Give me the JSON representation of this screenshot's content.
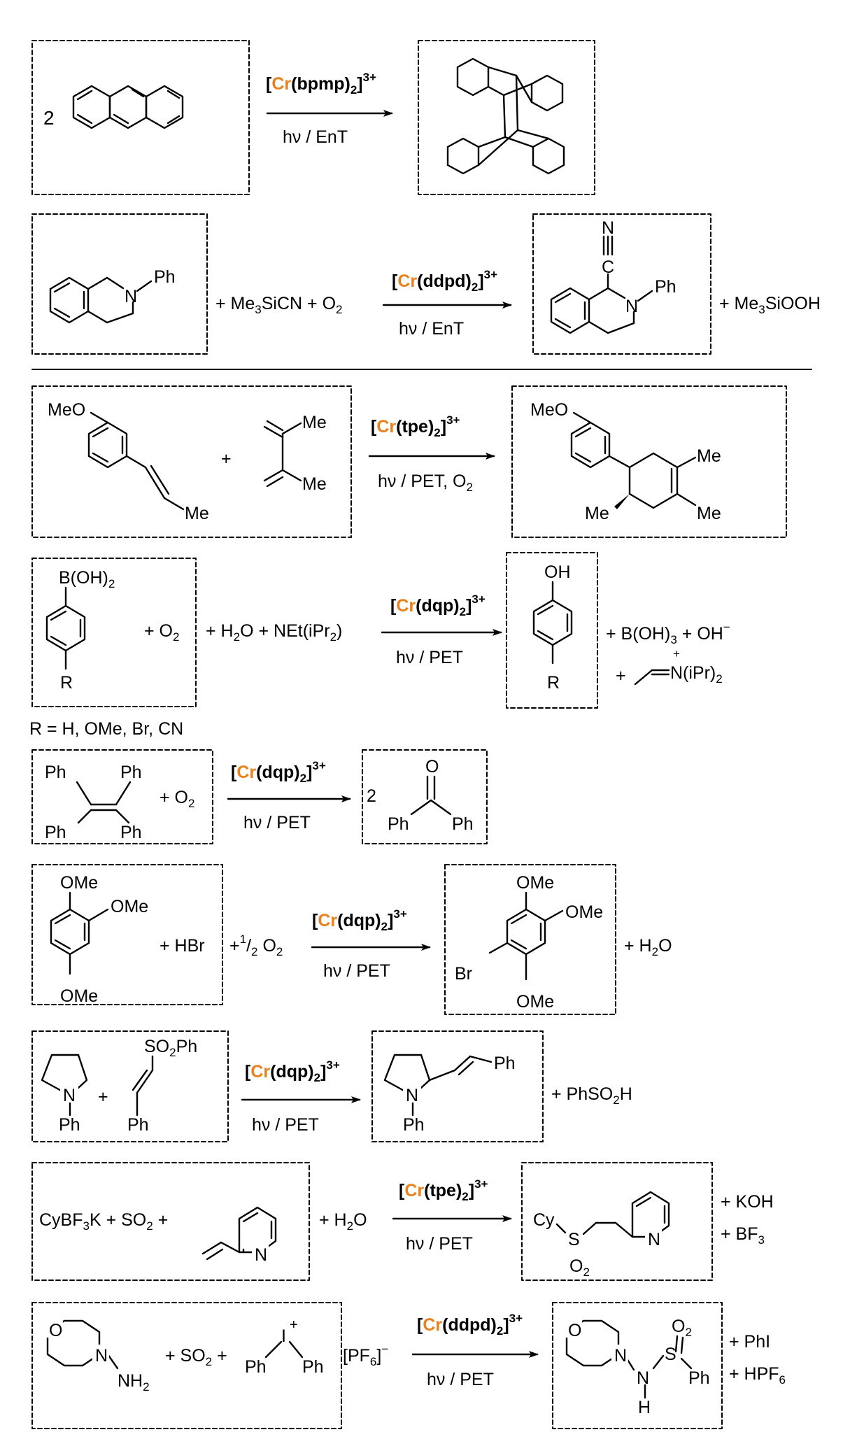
{
  "colors": {
    "metal": "#E8821E",
    "ink": "#000000"
  },
  "reactions": [
    {
      "coef": "2",
      "cat_metal": "Cr",
      "cat_ligand": "bpmp",
      "cat_charge": "3+",
      "cond": "hν / EnT"
    },
    {
      "amine_sub": "Ph",
      "pre": "+ Me",
      "pre_sub": "3",
      "pre2": "SiCN + O",
      "pre2_sub": "2",
      "cat_metal": "Cr",
      "cat_ligand": "ddpd",
      "cat_charge": "3+",
      "cond": "hν / EnT",
      "prod_N": "N",
      "prod_C": "C",
      "prod_NPh_N": "N",
      "prod_NPh_Ph": "Ph",
      "post": "+ Me",
      "post_sub": "3",
      "post2": "SiOOH"
    },
    {
      "sm_MeO": "MeO",
      "sm_Me": "Me",
      "plus": "+",
      "d_Me1": "Me",
      "d_Me2": "Me",
      "cat_metal": "Cr",
      "cat_ligand": "tpe",
      "cat_charge": "3+",
      "cond": "hν / PET, O",
      "cond_sub": "2",
      "p_MeO": "MeO",
      "p_Me1": "Me",
      "p_Me2": "Me",
      "p_Me3": "Me"
    },
    {
      "sm_B": "B(OH)",
      "sm_B_sub": "2",
      "sm_R": "R",
      "pre": "+ O",
      "pre_sub": "2",
      "pre2": "+ H",
      "pre2_sub": "2",
      "pre3": "O + NEt(iPr",
      "pre3_sub": "2",
      "pre4": ")",
      "cat_metal": "Cr",
      "cat_ligand": "dqp",
      "cat_charge": "3+",
      "cond": "hν / PET",
      "p_OH": "OH",
      "p_R": "R",
      "post1": "+ B(OH)",
      "post1_sub": "3",
      "post1b": "+ OH",
      "post1_sup": "−",
      "post2": "+",
      "iminium": "N(iPr)",
      "iminium_sub": "2",
      "iminium_plus": "+",
      "note": "R = H, OMe, Br, CN"
    },
    {
      "ph1": "Ph",
      "ph2": "Ph",
      "ph3": "Ph",
      "ph4": "Ph",
      "pre": "+ O",
      "pre_sub": "2",
      "cat_metal": "Cr",
      "cat_ligand": "dqp",
      "cat_charge": "3+",
      "cond": "hν / PET",
      "coef": "2",
      "p_O": "O",
      "p_Ph1": "Ph",
      "p_Ph2": "Ph"
    },
    {
      "sm_OMe1": "OMe",
      "sm_OMe2": "OMe",
      "sm_OMe3": "OMe",
      "pre": "+ HBr",
      "pre2": "+",
      "frac_n": "1",
      "frac_d": "2",
      "pre3": "O",
      "pre3_sub": "2",
      "cat_metal": "Cr",
      "cat_ligand": "dqp",
      "cat_charge": "3+",
      "cond": "hν / PET",
      "p_OMe1": "OMe",
      "p_OMe2": "OMe",
      "p_OMe3": "OMe",
      "p_Br": "Br",
      "post": "+ H",
      "post_sub": "2",
      "post_b": "O"
    },
    {
      "sm_N": "N",
      "sm_Ph": "Ph",
      "plus": "+",
      "v_SO": "SO",
      "v_SO_sub": "2",
      "v_SOb": "Ph",
      "v_Ph": "Ph",
      "cat_metal": "Cr",
      "cat_ligand": "dqp",
      "cat_charge": "3+",
      "cond": "hν / PET",
      "p_N": "N",
      "p_Ph": "Ph",
      "p_Ph2": "Ph",
      "post": "+ PhSO",
      "post_sub": "2",
      "post_b": "H"
    },
    {
      "sm": "CyBF",
      "sm_sub": "3",
      "sm_b": "K + SO",
      "sm_sub2": "2",
      "sm_c": "+",
      "sm_N": "N",
      "pre": "+ H",
      "pre_sub": "2",
      "pre_b": "O",
      "cat_metal": "Cr",
      "cat_ligand": "tpe",
      "cat_charge": "3+",
      "cond": "hν / PET",
      "p_Cy": "Cy",
      "p_S": "S",
      "p_O": "O",
      "p_O_sub": "2",
      "p_N": "N",
      "post1": "+ KOH",
      "post2": "+ BF",
      "post2_sub": "3"
    },
    {
      "sm_O": "O",
      "sm_N": "N",
      "sm_NH": "NH",
      "sm_NH_sub": "2",
      "pre": "+ SO",
      "pre_sub": "2",
      "pre_b": "+",
      "i_Ph1": "Ph",
      "i_I": "I",
      "i_plus": "+",
      "i_Ph2": "Ph",
      "i_pf": "[PF",
      "i_pf_sub": "6",
      "i_pf_b": "]",
      "i_pf_sup": "−",
      "cat_metal": "Cr",
      "cat_ligand": "ddpd",
      "cat_charge": "3+",
      "cond": "hν / PET",
      "p_O": "O",
      "p_N": "N",
      "p_N2": "N",
      "p_H": "H",
      "p_S": "S",
      "p_O2": "O",
      "p_O2_sub": "2",
      "p_Ph": "Ph",
      "post1": "+ PhI",
      "post2": "+ HPF",
      "post2_sub": "6"
    }
  ]
}
